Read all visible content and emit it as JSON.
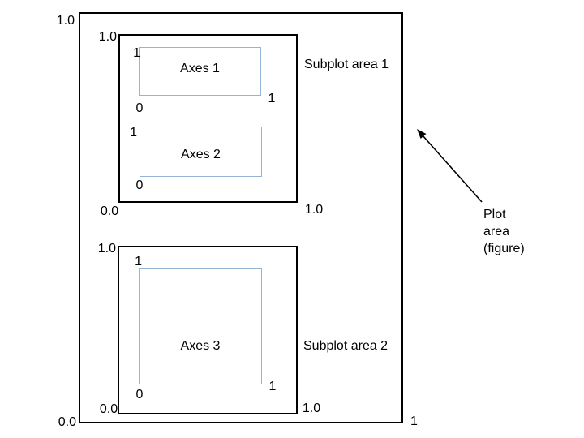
{
  "diagram": {
    "figure": {
      "top_left_tick": "1.0",
      "bottom_left_tick": "0.0",
      "bottom_right_tick": "1",
      "annotation": "Plot\narea\n(figure)"
    },
    "subplot_areas": [
      {
        "label": "Subplot area 1",
        "top_left_tick": "1.0",
        "bottom_left_tick": "0.0",
        "bottom_right_tick": "1.0",
        "axes": [
          {
            "label": "Axes 1",
            "top_tick": "1",
            "bottom_tick": "0",
            "right_tick": "1"
          },
          {
            "label": "Axes 2",
            "top_tick": "1",
            "bottom_tick": "0"
          }
        ]
      },
      {
        "label": "Subplot area 2",
        "top_left_tick": "1.0",
        "bottom_left_tick": "0.0",
        "bottom_right_tick": "1.0",
        "axes": [
          {
            "label": "Axes 3",
            "top_tick": "1",
            "bottom_tick": "0",
            "right_tick": "1"
          }
        ]
      }
    ],
    "colors": {
      "figure_border": "#000000",
      "subplot_border": "#000000",
      "axes_border": "#95b3d7",
      "arrow": "#000000",
      "background": "#ffffff"
    }
  }
}
